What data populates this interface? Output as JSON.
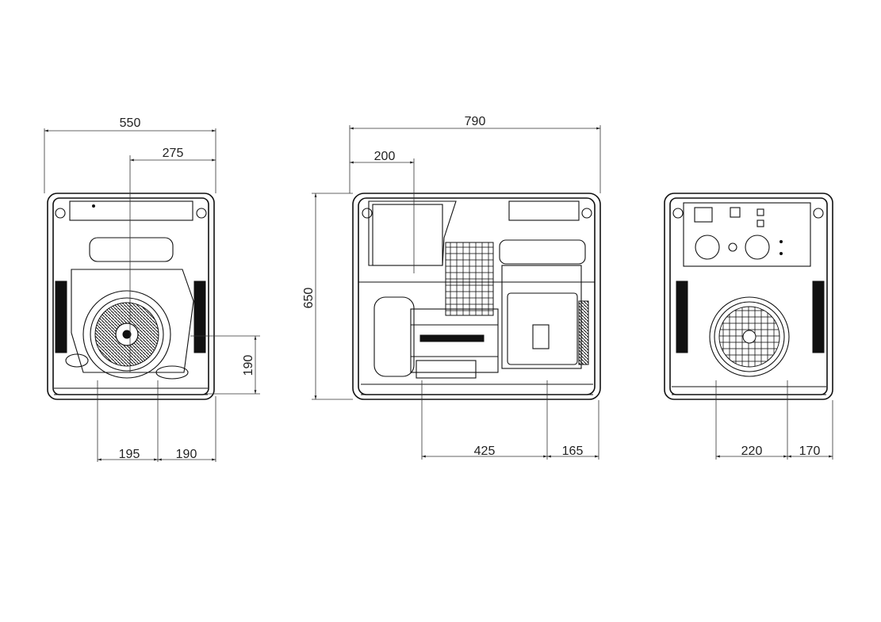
{
  "views": {
    "front": {
      "width": "550",
      "half_width": "275",
      "height_offset": "190",
      "foot_left": "195",
      "foot_right": "190"
    },
    "side": {
      "length": "790",
      "panel_offset": "200",
      "height": "650",
      "foot_left": "425",
      "foot_right": "165"
    },
    "rear": {
      "foot_left": "220",
      "foot_right": "170"
    }
  }
}
